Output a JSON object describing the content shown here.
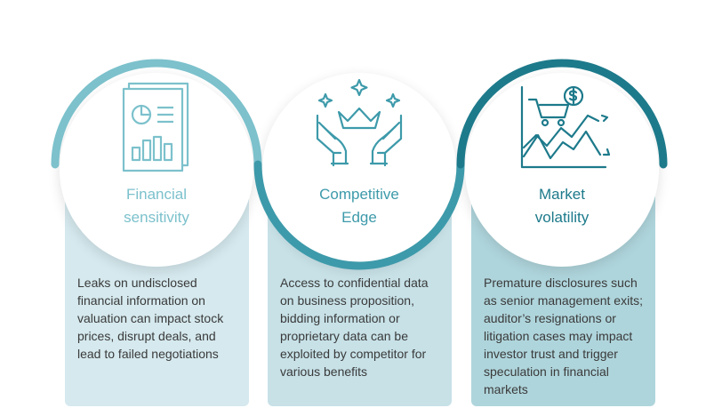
{
  "colors": {
    "light": "#7cc1cc",
    "medium": "#3d9aaa",
    "dark": "#1d7a8b"
  },
  "items": [
    {
      "title_line1": "Financial",
      "title_line2": "sensitivity",
      "icon": "financial-report-icon",
      "description": "Leaks on undisclosed financial information on valuation can impact stock prices, disrupt deals, and lead to failed negotiations"
    },
    {
      "title_line1": "Competitive",
      "title_line2": "Edge",
      "icon": "hands-crown-icon",
      "description": "Access to confidential data on business proposition, bidding information or proprietary data can be exploited by competitor for various benefits"
    },
    {
      "title_line1": "Market",
      "title_line2": "volatility",
      "icon": "market-chart-cart-icon",
      "description": "Premature disclosures such as senior management exits; auditor’s resignations or litigation cases may impact investor trust and trigger speculation in financial markets"
    }
  ]
}
